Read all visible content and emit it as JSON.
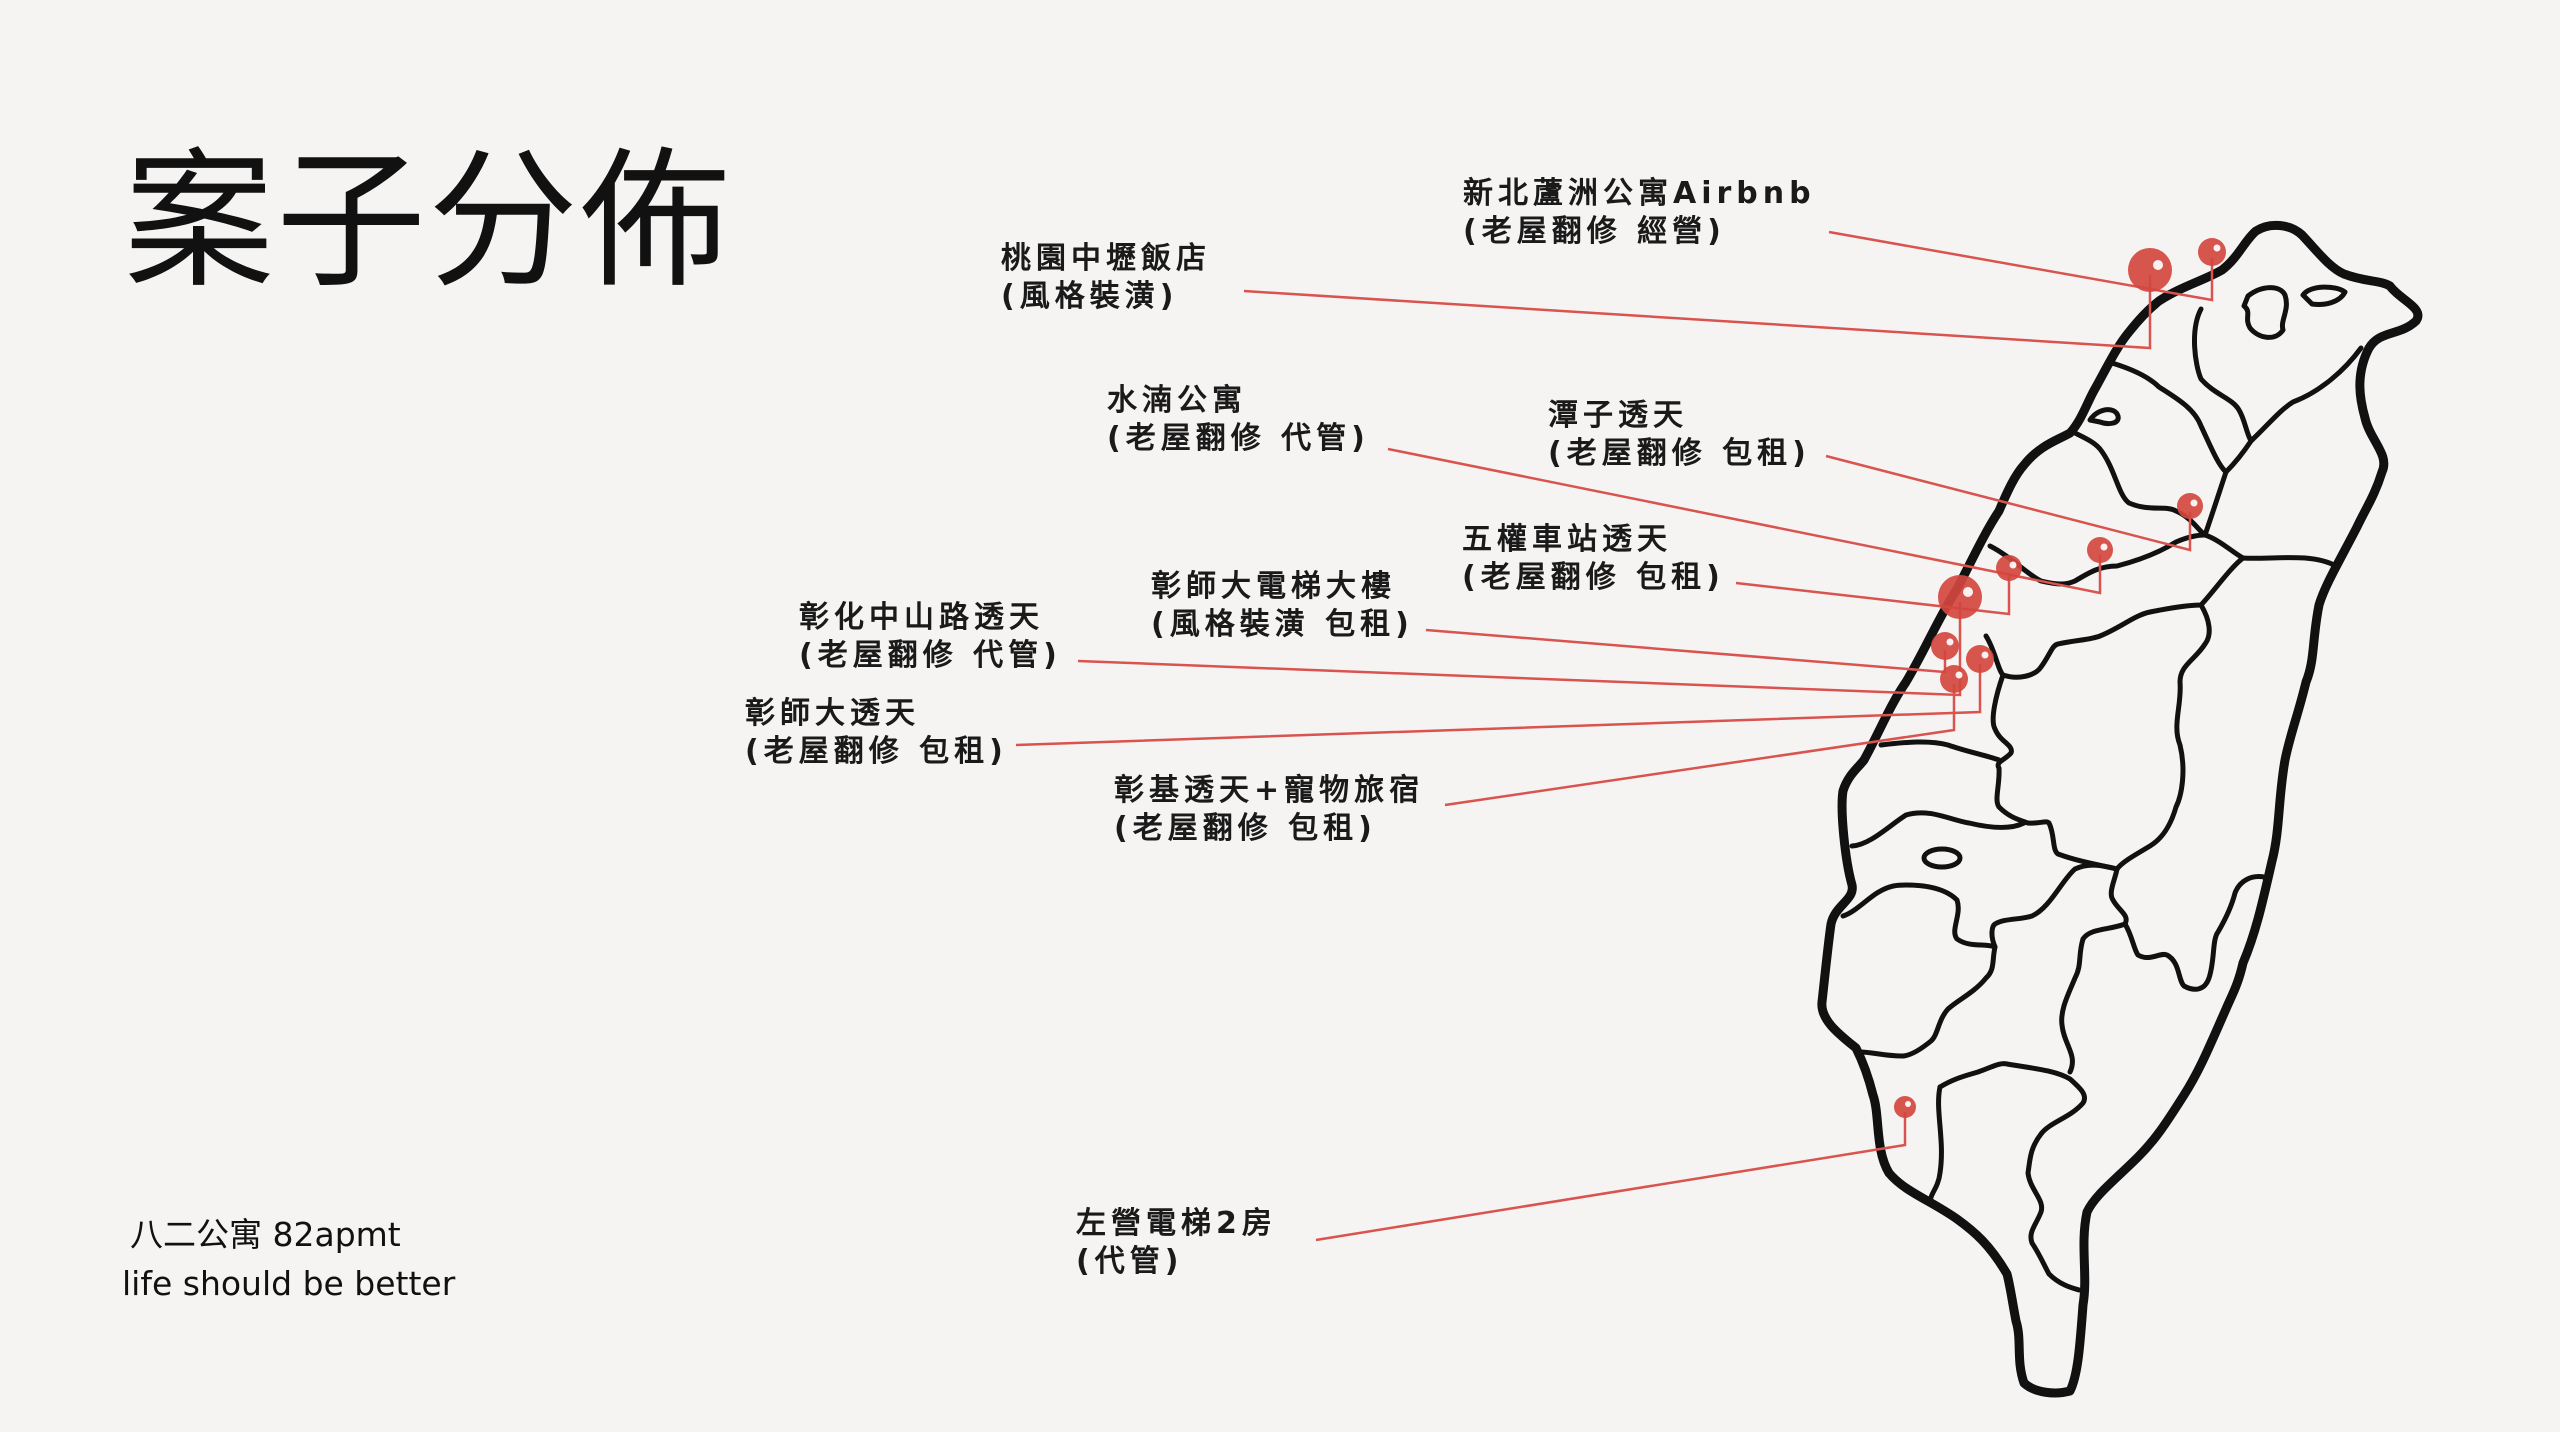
{
  "title": "案子分佈",
  "footer": {
    "brand": "八二公寓 82apmt",
    "slogan": "life should be better"
  },
  "colors": {
    "pin": "#d2473f",
    "line": "#d9534f",
    "map_stroke": "#111111",
    "background": "#f5f4f2"
  },
  "projects": [
    {
      "name": "新北蘆洲公寓Airbnb",
      "detail": "(老屋翻修 經營)"
    },
    {
      "name": "桃園中壢飯店",
      "detail": "(風格裝潢)"
    },
    {
      "name": "水湳公寓",
      "detail": "(老屋翻修 代管)"
    },
    {
      "name": "潭子透天",
      "detail": "(老屋翻修 包租)"
    },
    {
      "name": "五權車站透天",
      "detail": "(老屋翻修 包租)"
    },
    {
      "name": "彰師大電梯大樓",
      "detail": "(風格裝潢 包租)"
    },
    {
      "name": "彰化中山路透天",
      "detail": "(老屋翻修 代管)"
    },
    {
      "name": "彰師大透天",
      "detail": "(老屋翻修 包租)"
    },
    {
      "name": "彰基透天+寵物旅宿",
      "detail": "(老屋翻修 包租)"
    },
    {
      "name": "左營電梯2房",
      "detail": "(代管)"
    }
  ]
}
